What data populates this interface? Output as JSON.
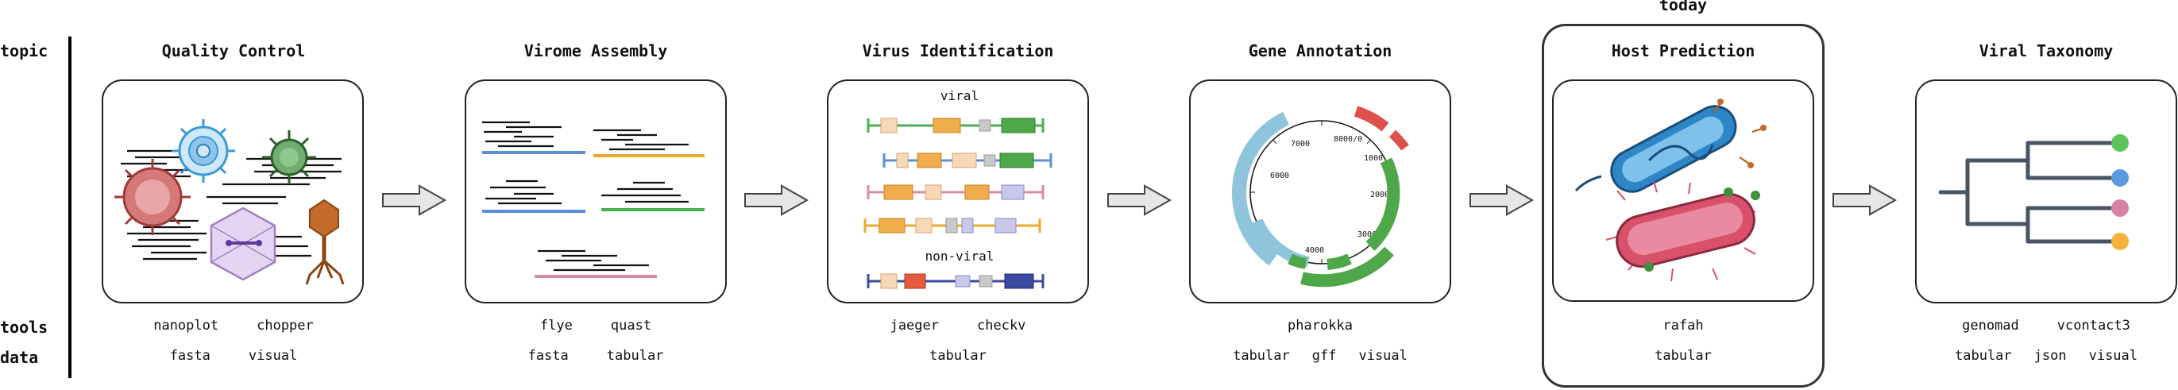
{
  "row_labels": {
    "topic": "topic",
    "tools": "tools",
    "data": "data"
  },
  "highlight_label": "today",
  "stages": [
    {
      "title": "Quality Control",
      "tools": [
        "nanoplot",
        "chopper"
      ],
      "data": [
        "fasta",
        "visual"
      ]
    },
    {
      "title": "Virome Assembly",
      "tools": [
        "flye",
        "quast"
      ],
      "data": [
        "fasta",
        "tabular"
      ]
    },
    {
      "title": "Virus Identification",
      "tools": [
        "jaeger",
        "checkv"
      ],
      "data": [
        "tabular"
      ],
      "labels": {
        "viral": "viral",
        "non_viral": "non-viral"
      }
    },
    {
      "title": "Gene Annotation",
      "tools": [
        "pharokka"
      ],
      "data": [
        "tabular",
        "gff",
        "visual"
      ],
      "ticks": [
        "8000/0",
        "1000",
        "2000",
        "3000",
        "4000",
        "6000",
        "7000"
      ]
    },
    {
      "title": "Host Prediction",
      "tools": [
        "rafah"
      ],
      "data": [
        "tabular"
      ]
    },
    {
      "title": "Viral Taxonomy",
      "tools": [
        "genomad",
        "vcontact3"
      ],
      "data": [
        "tabular",
        "json",
        "visual"
      ]
    }
  ],
  "colors": {
    "border": "#222222",
    "arrow_fill": "#e6e6e6",
    "contig_blue": "#5b8fd6",
    "contig_orange": "#f0a830",
    "contig_green": "#4caf50",
    "contig_pink": "#d98aa8",
    "gene_green": "#4ea84a",
    "gene_orange": "#f0ad4e",
    "gene_peach": "#f7d9b8",
    "gene_grey": "#c9c9c9",
    "gene_lavender": "#c8c8ea",
    "gene_navy": "#3b4aa0",
    "gene_red": "#e55a3a",
    "ring_blue": "#8ec4dc",
    "ring_green": "#4ea84a",
    "ring_red": "#e0504a",
    "bacterium_blue": "#2f86c6",
    "bacterium_pink": "#d9506a",
    "tree_grey": "#4a5563",
    "leaf_green": "#5cc45c",
    "leaf_blue": "#5a9be0",
    "leaf_pink": "#d682a2",
    "leaf_orange": "#f2b23c"
  }
}
